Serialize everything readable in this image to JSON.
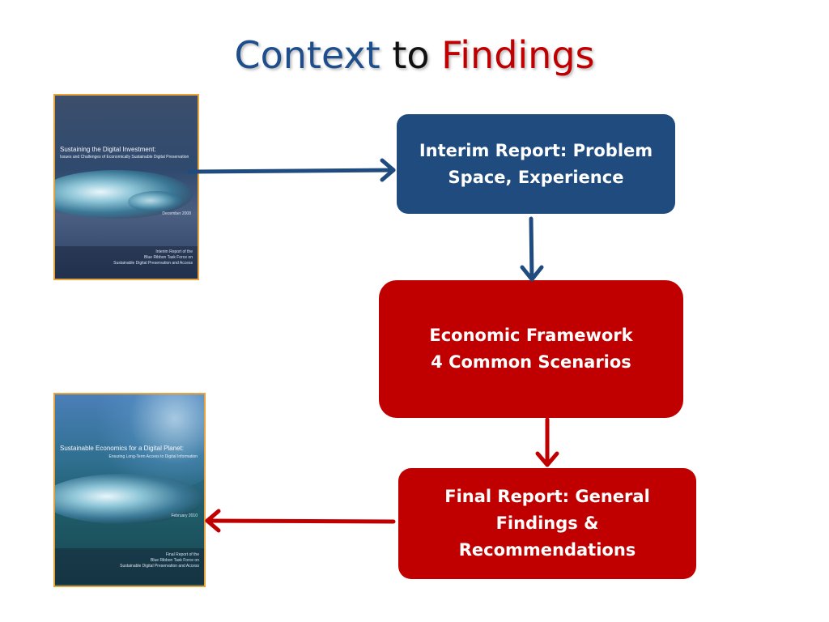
{
  "title": {
    "part1": "Context",
    "part2": "to",
    "part3": "Findings"
  },
  "boxes": {
    "interim": {
      "line1": "Interim Report: Problem",
      "line2": "Space, Experience"
    },
    "framework": {
      "line1": "Economic Framework",
      "line2": "4 Common Scenarios"
    },
    "final": {
      "line1": "Final Report:  General",
      "line2": "Findings &",
      "line3": "Recommendations"
    }
  },
  "covers": {
    "interim": {
      "title": "Sustaining the Digital Investment:",
      "subtitle": "Issues and Challenges of Economically Sustainable Digital Preservation",
      "date": "December 2008",
      "footer1": "Interim Report of the",
      "footer2": "Blue Ribbon Task Force on",
      "footer3": "Sustainable Digital Preservation and Access"
    },
    "final": {
      "title": "Sustainable Economics for a Digital Planet:",
      "subtitle": "Ensuring Long-Term Access to Digital Information",
      "date": "February 2010",
      "footer1": "Final Report of the",
      "footer2": "Blue Ribbon Task Force on",
      "footer3": "Sustainable Digital Preservation and Access"
    }
  },
  "colors": {
    "blue_box": "#1f4b7e",
    "red_box": "#c00000",
    "title_blue": "#1f4e8c",
    "title_red": "#c00000",
    "cover_border": "#e8a33d"
  }
}
